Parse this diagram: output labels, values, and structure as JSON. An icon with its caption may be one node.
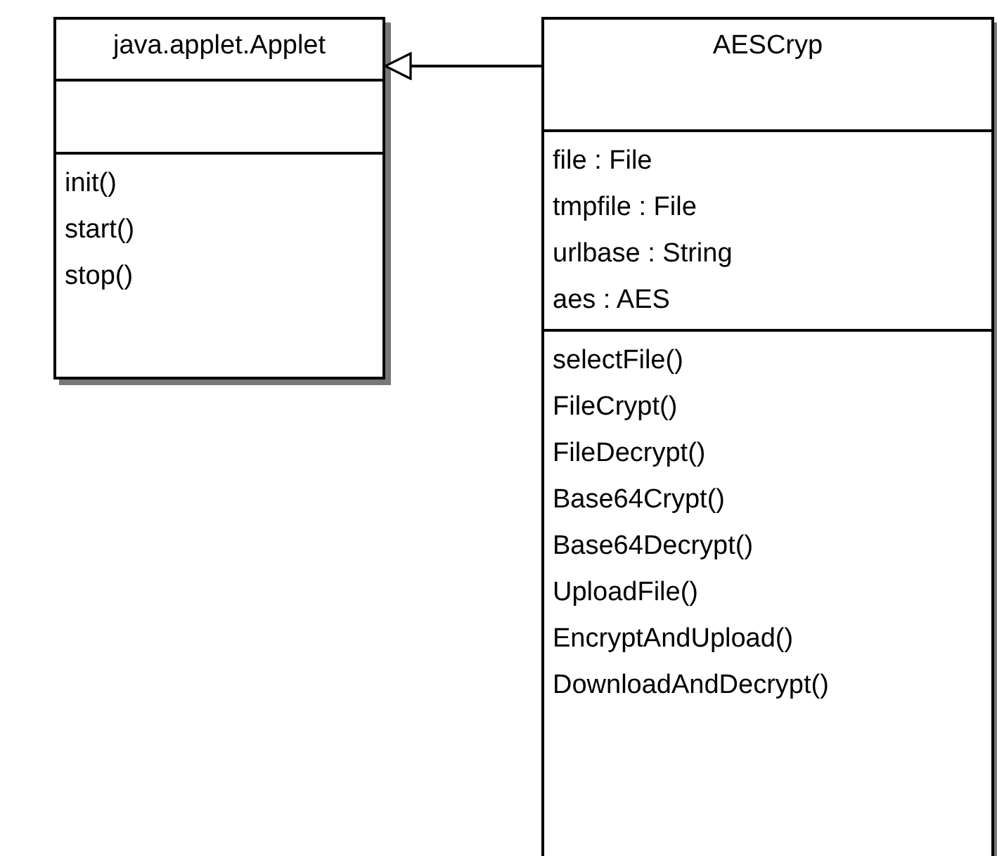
{
  "diagram": {
    "nodes": [
      {
        "text": [
          "java.applet.Applet",
          "init()",
          "start()",
          "stop()"
        ]
      },
      {
        "text": [
          "AESCryp",
          "file : File",
          "tmpfile : File",
          "urlbase : String",
          "aes : AES",
          "selectFile()",
          "FileCrypt()",
          "FileDecrypt()",
          "Base64Crypt()",
          "Base64Decrypt()",
          "UploadFile()",
          "EncryptAndUpload()",
          "DownloadAndDecrypt()"
        ]
      }
    ],
    "edges": [
      {
        "from": 1,
        "to": 0,
        "arrow": "to"
      }
    ]
  }
}
